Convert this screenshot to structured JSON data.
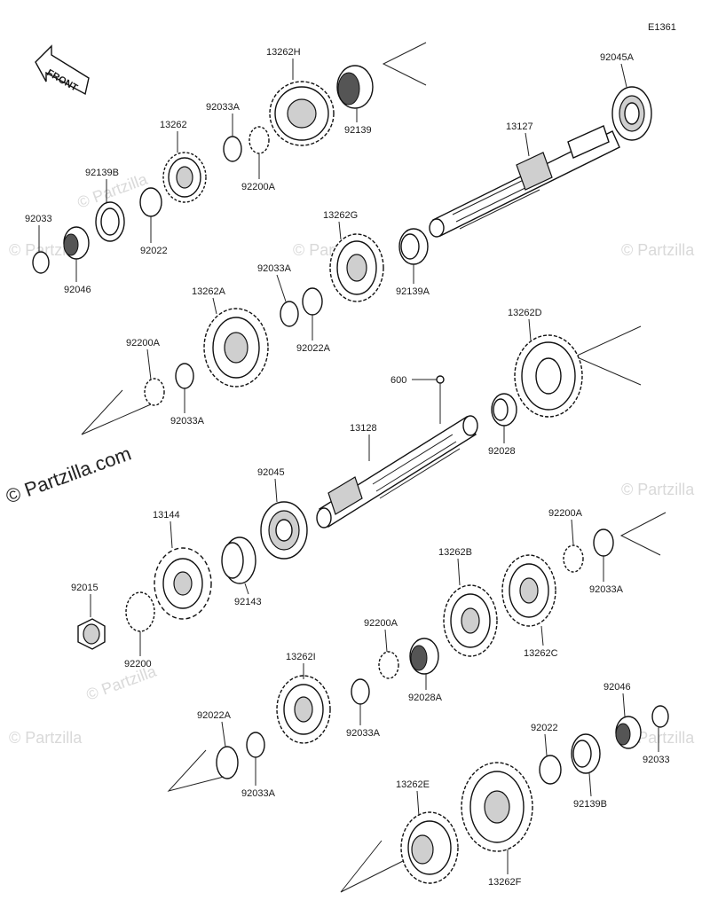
{
  "diagram_code": "E1361",
  "front_badge": "FRONT",
  "watermark": "© Partzilla.com",
  "watermark_small": "© Partzilla",
  "part_labels": {
    "p13262H": "13262H",
    "p92045A": "92045A",
    "p92033A_1": "92033A",
    "p13262": "13262",
    "p92139": "92139",
    "p92200A_1": "92200A",
    "p13127": "13127",
    "p92139B_1": "92139B",
    "p92033_1": "92033",
    "p92022_1": "92022",
    "p92046_1": "92046",
    "p13262G": "13262G",
    "p92033A_2": "92033A",
    "p13262A": "13262A",
    "p92022A_1": "92022A",
    "p92139A": "92139A",
    "p13262D": "13262D",
    "p92200A_2": "92200A",
    "p600": "600",
    "p92033A_3": "92033A",
    "p13128": "13128",
    "p92028": "92028",
    "p92045": "92045",
    "p13144": "13144",
    "p92200A_3": "92200A",
    "p92015": "92015",
    "p92143": "92143",
    "p13262B": "13262B",
    "p92033A_4": "92033A",
    "p92200": "92200",
    "p92200A_4": "92200A",
    "p13262C": "13262C",
    "p13262I": "13262I",
    "p92028A": "92028A",
    "p92046_2": "92046",
    "p92022A_2": "92022A",
    "p92033A_5": "92033A",
    "p92022_2": "92022",
    "p92033_2": "92033",
    "p92033A_6": "92033A",
    "p92139B_2": "92139B",
    "p13262E": "13262E",
    "p13262F": "13262F"
  }
}
